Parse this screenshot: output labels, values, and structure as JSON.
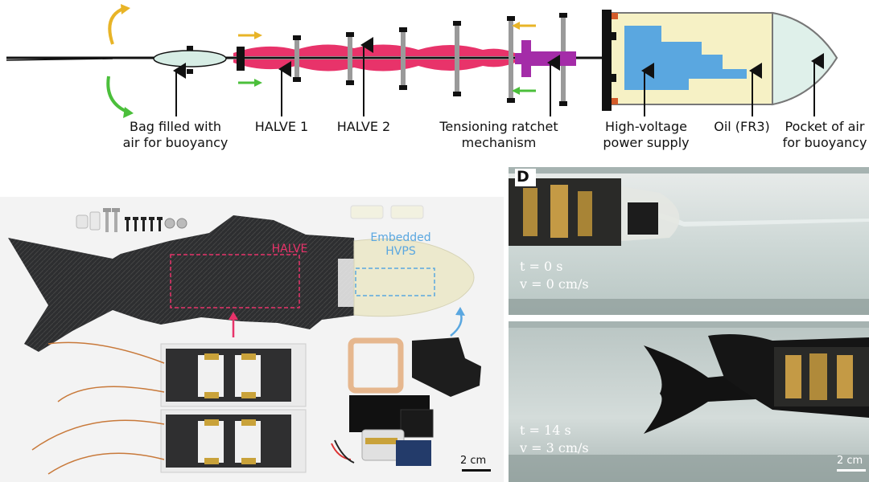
{
  "top_diagram": {
    "labels": {
      "bag": "Bag filled with\nair for buoyancy",
      "halve1": "HALVE 1",
      "halve2": "HALVE 2",
      "ratchet": "Tensioning ratchet\nmechanism",
      "hv": "High-voltage\npower supply",
      "oil": "Oil (FR3)",
      "pocket": "Pocket of air\nfor buoyancy"
    }
  },
  "photo_panel": {
    "halve_label": "HALVE",
    "hvps_label": "Embedded\nHVPS",
    "scale": "2 cm"
  },
  "panel_d": {
    "panel_letter": "D",
    "frame1": {
      "t": "t = 0 s",
      "v": "v = 0 cm/s"
    },
    "frame2": {
      "t": "t = 14 s",
      "v": "v = 3 cm/s"
    },
    "scale": "2 cm"
  },
  "colors": {
    "halve_pink": "#e8336a",
    "hvps_blue": "#5aa7e0",
    "oil_yellow": "#f6f1c5",
    "arrow_orange": "#e8b427",
    "arrow_green": "#4bbf3b",
    "ratchet_purple": "#a42ca8"
  }
}
